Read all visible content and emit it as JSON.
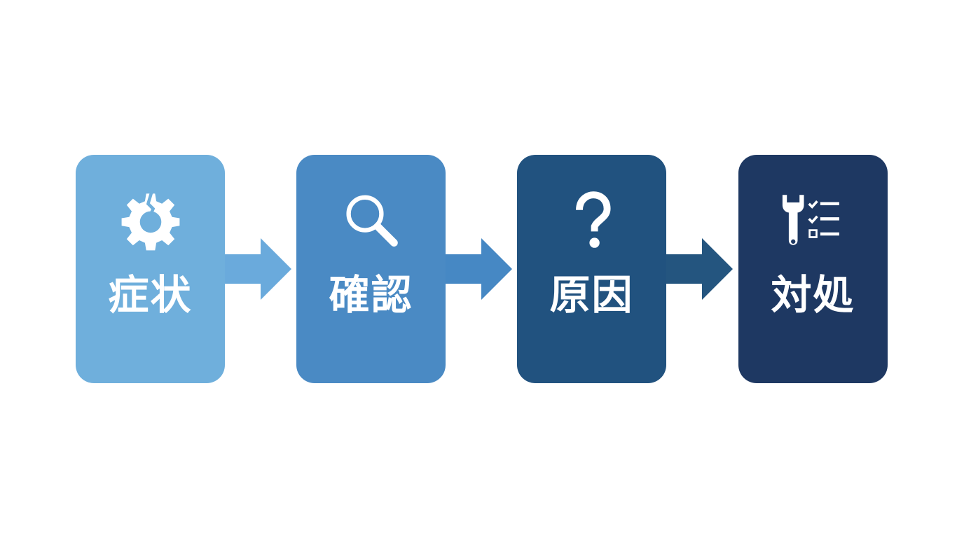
{
  "diagram": {
    "type": "process-flow",
    "steps": [
      {
        "label": "症状",
        "icon": "broken-gear-icon",
        "color": "#6fafdc"
      },
      {
        "label": "確認",
        "icon": "magnifier-icon",
        "color": "#4a8ac4"
      },
      {
        "label": "原因",
        "icon": "question-mark-icon",
        "color": "#21527f"
      },
      {
        "label": "対処",
        "icon": "wrench-checklist-icon",
        "color": "#1e3862"
      }
    ],
    "arrows": [
      {
        "from": "症状",
        "to": "確認",
        "color": "#6aaadc"
      },
      {
        "from": "確認",
        "to": "原因",
        "color": "#4688c4"
      },
      {
        "from": "原因",
        "to": "対処",
        "color": "#24557f"
      }
    ]
  }
}
